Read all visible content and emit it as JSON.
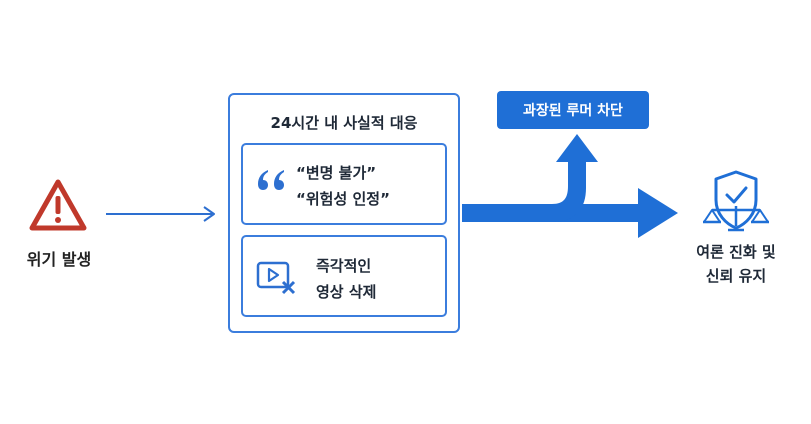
{
  "crisis": {
    "label": "위기 발생",
    "icon": "warning-triangle-icon",
    "color": "#c0392b"
  },
  "response_panel": {
    "title": "24시간 내 사실적 대응",
    "cards": [
      {
        "icon": "quote-icon",
        "line1": "“변명 불가”",
        "line2": "“위험성 인정”"
      },
      {
        "icon": "video-delete-icon",
        "line1": "즉각적인",
        "line2": "영상 삭제"
      }
    ]
  },
  "branch": {
    "label": "과장된 루머 차단"
  },
  "outcome": {
    "icon": "shield-scales-icon",
    "line1": "여론 진화 및",
    "line2": "신뢰 유지"
  },
  "colors": {
    "accent": "#1f6fd6",
    "border": "#3b7ddd",
    "warning": "#c0392b"
  }
}
